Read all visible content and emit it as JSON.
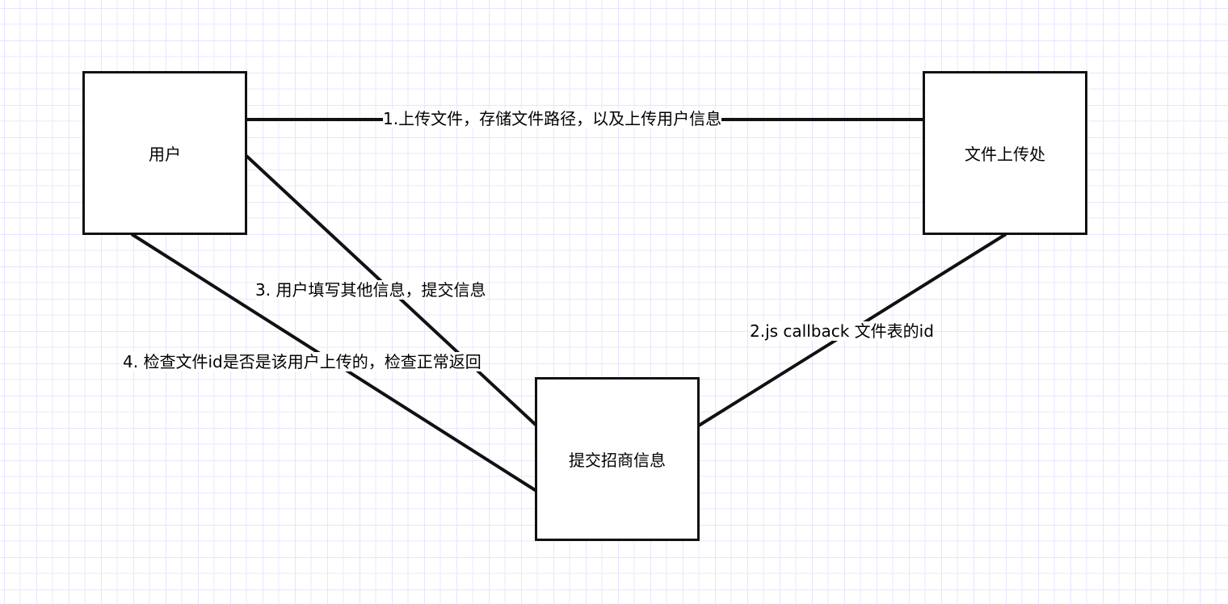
{
  "nodes": {
    "user": "用户",
    "upload": "文件上传处",
    "submit": "提交招商信息"
  },
  "edges": {
    "e1": "1.上传文件，存储文件路径，以及上传用户信息",
    "e2": "2.js callback 文件表的id",
    "e3": "3. 用户填写其他信息，提交信息",
    "e4": "4. 检查文件id是否是该用户上传的，检查正常返回"
  },
  "colors": {
    "grid": "#ecebff",
    "stroke": "#111111"
  }
}
